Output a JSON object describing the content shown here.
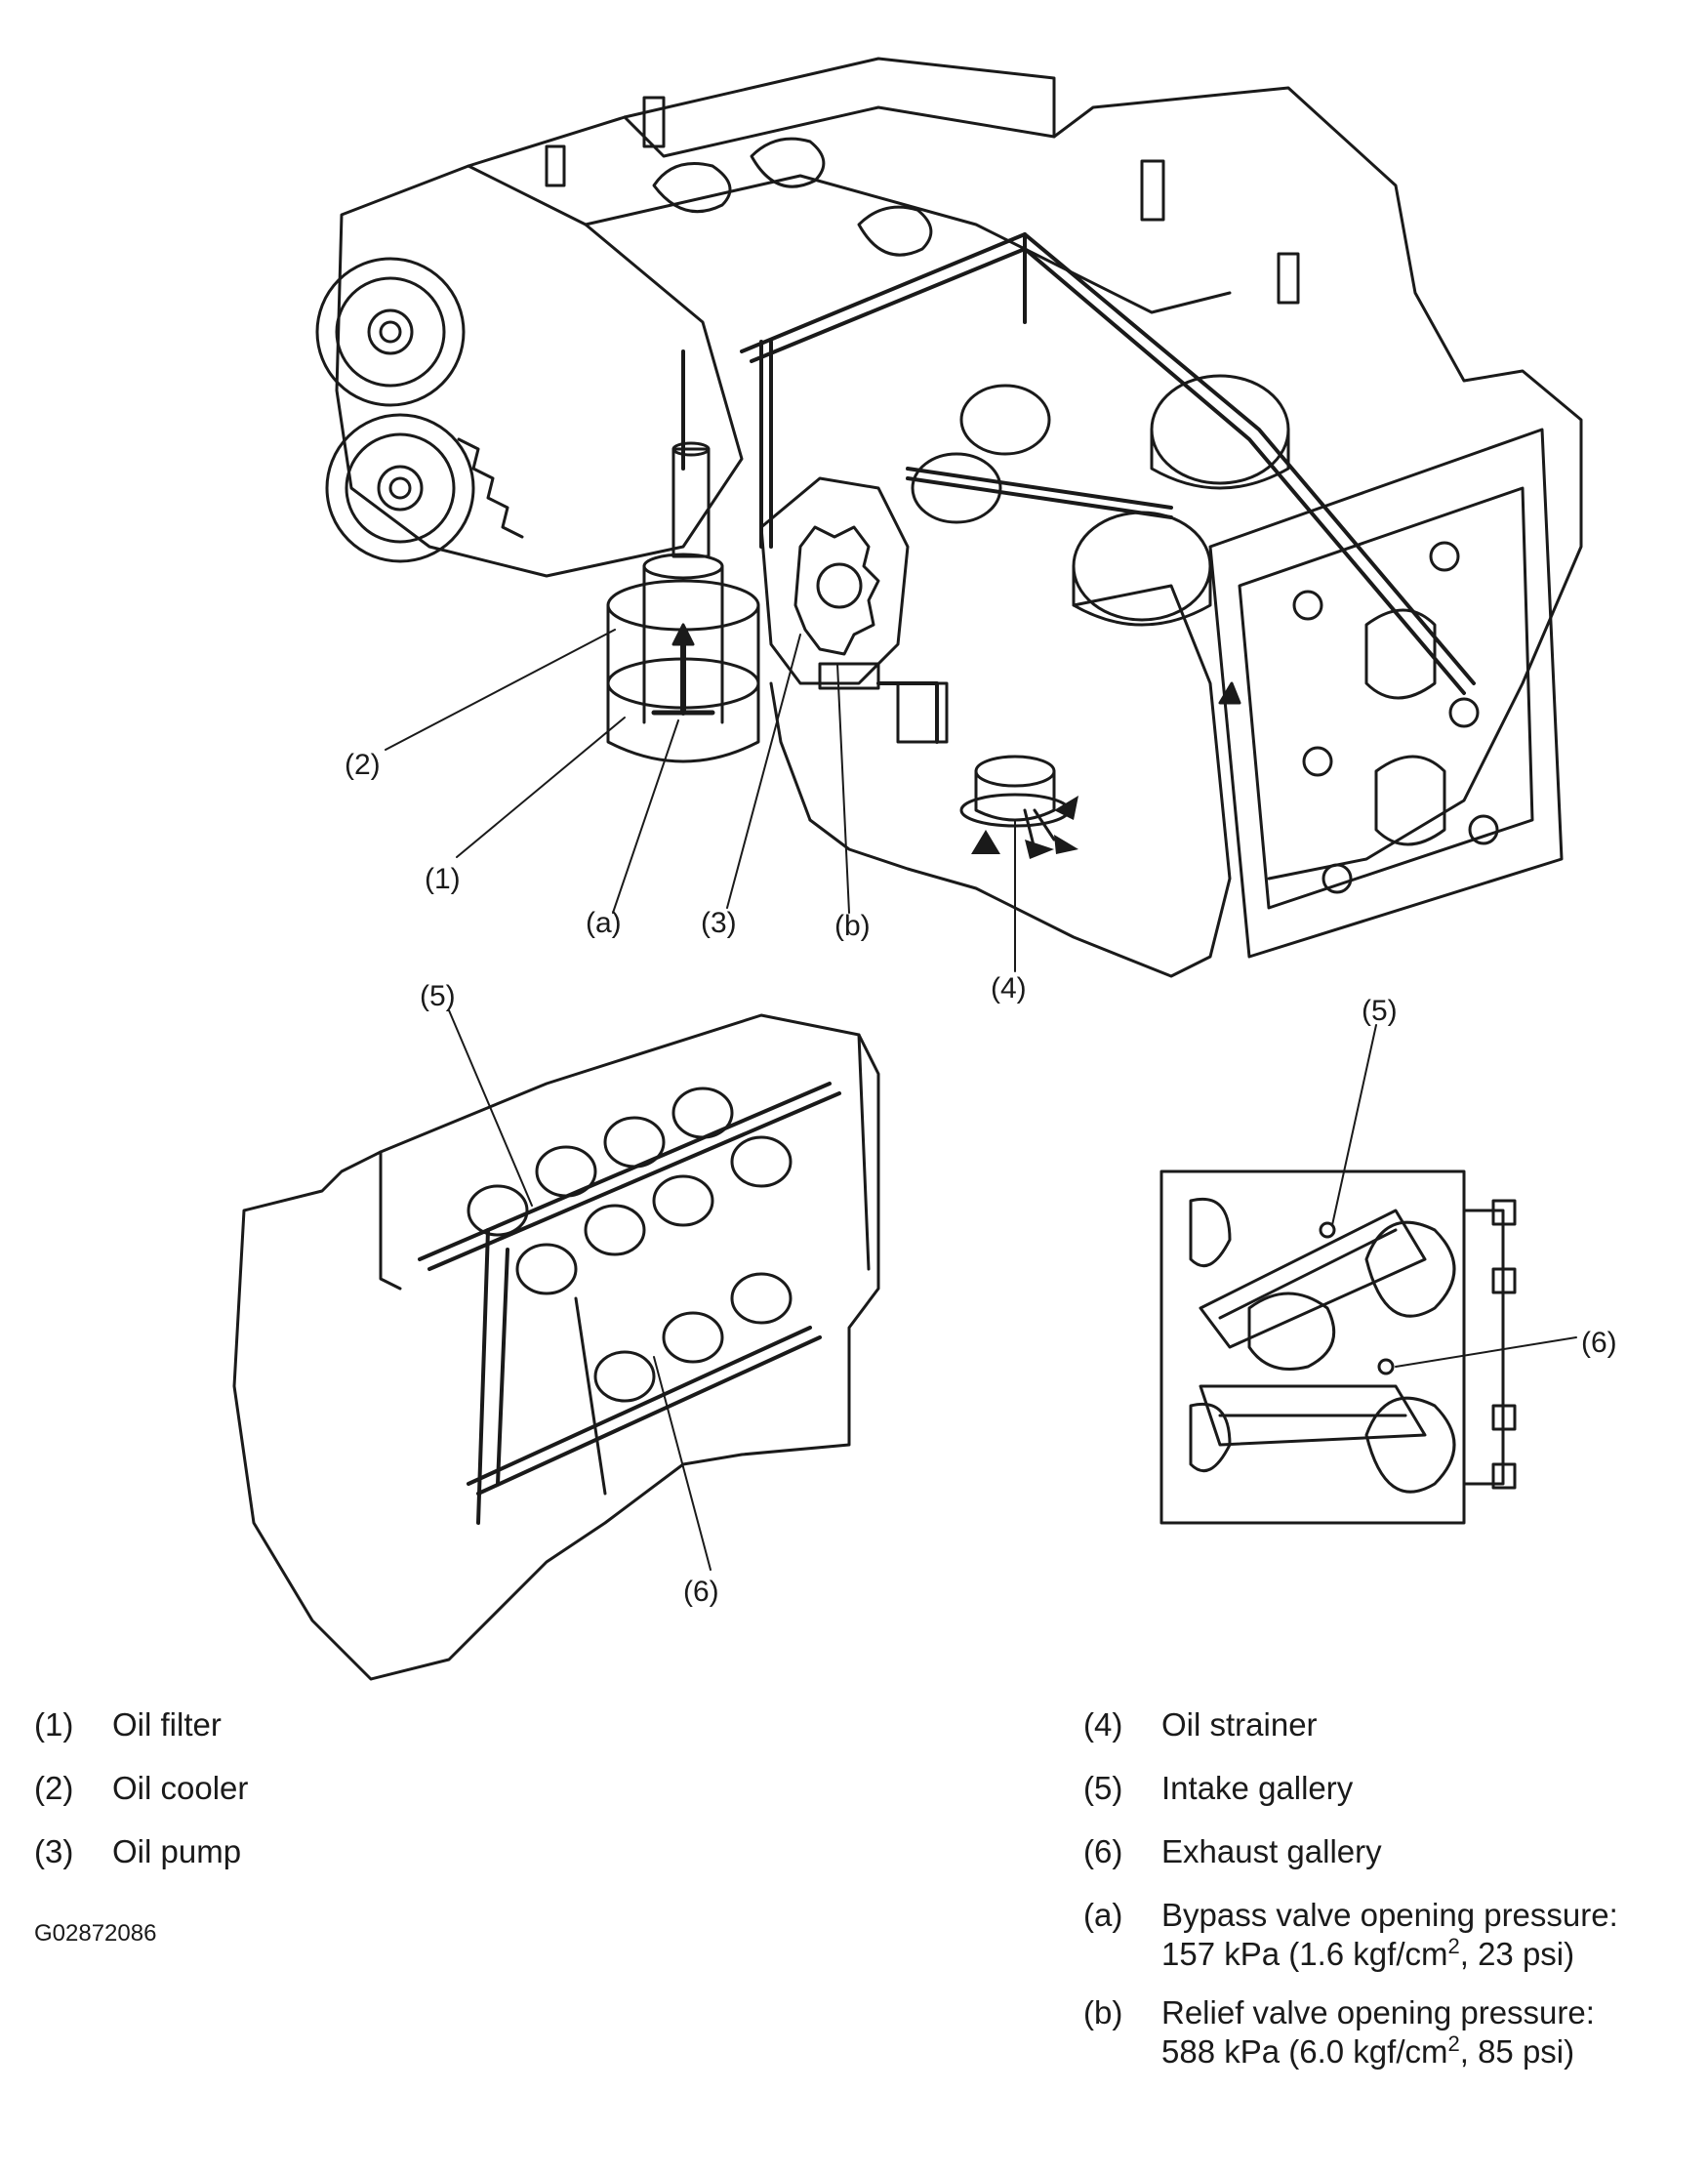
{
  "callouts": {
    "c1": "(1)",
    "c2": "(2)",
    "c3": "(3)",
    "c4": "(4)",
    "ca": "(a)",
    "cb": "(b)",
    "c5_left": "(5)",
    "c6_left": "(6)",
    "c5_right": "(5)",
    "c6_right": "(6)"
  },
  "legend": {
    "left": [
      {
        "num": "(1)",
        "text": "Oil filter"
      },
      {
        "num": "(2)",
        "text": "Oil cooler"
      },
      {
        "num": "(3)",
        "text": "Oil pump"
      }
    ],
    "right": [
      {
        "num": "(4)",
        "text": "Oil strainer"
      },
      {
        "num": "(5)",
        "text": "Intake gallery"
      },
      {
        "num": "(6)",
        "text": "Exhaust gallery"
      }
    ],
    "a": {
      "num": "(a)",
      "line1": "Bypass valve opening pressure:",
      "line2_pre": "157 kPa (1.6 kgf/cm",
      "sup": "2",
      "line2_post": ", 23 psi)"
    },
    "b": {
      "num": "(b)",
      "line1": "Relief valve opening pressure:",
      "line2_pre": "588 kPa (6.0 kgf/cm",
      "sup": "2",
      "line2_post": ", 85 psi)"
    }
  },
  "figure_code": "G02872086"
}
